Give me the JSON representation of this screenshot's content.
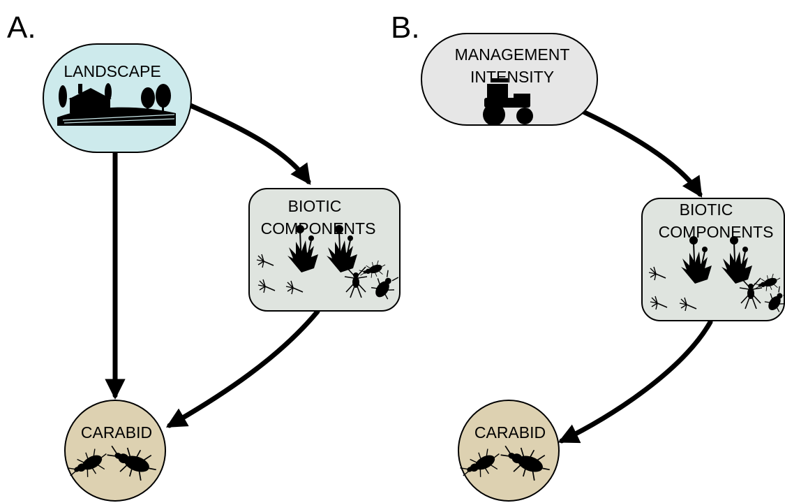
{
  "panel_a": {
    "label": "A.",
    "nodes": {
      "landscape": {
        "label": "LANDSCAPE",
        "fill": "#cdeaec"
      },
      "biotic": {
        "line1": "BIOTIC",
        "line2": "COMPONENTS",
        "fill": "#dfe4df"
      },
      "carabid": {
        "label": "CARABID",
        "fill": "#ddd1b1"
      }
    },
    "edges": [
      {
        "from": "LANDSCAPE",
        "to": "CARABID"
      },
      {
        "from": "LANDSCAPE",
        "to": "BIOTIC COMPONENTS"
      },
      {
        "from": "BIOTIC COMPONENTS",
        "to": "CARABID"
      }
    ]
  },
  "panel_b": {
    "label": "B.",
    "nodes": {
      "management": {
        "line1": "MANAGEMENT",
        "line2": "INTENSITY",
        "fill": "#e6e6e6"
      },
      "biotic": {
        "line1": "BIOTIC",
        "line2": "COMPONENTS",
        "fill": "#dfe4df"
      },
      "carabid": {
        "label": "CARABID",
        "fill": "#ddd1b1"
      }
    },
    "edges": [
      {
        "from": "MANAGEMENT INTENSITY",
        "to": "BIOTIC COMPONENTS"
      },
      {
        "from": "BIOTIC COMPONENTS",
        "to": "CARABID"
      }
    ]
  },
  "icons": [
    "farm-landscape-icon",
    "tractor-icon",
    "dandelion-icon",
    "seed-icon",
    "beetle-icon",
    "spider-icon"
  ]
}
